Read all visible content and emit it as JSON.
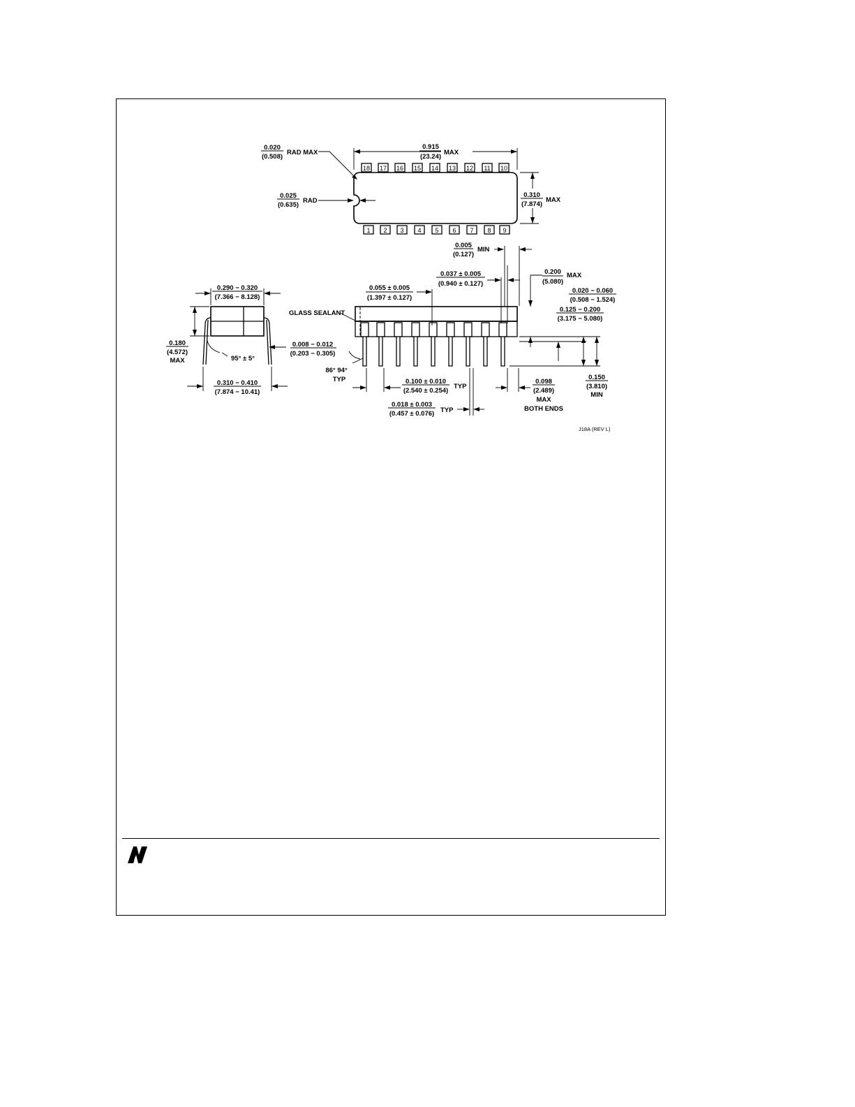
{
  "top_view": {
    "top_pins": [
      "18",
      "17",
      "16",
      "15",
      "14",
      "13",
      "12",
      "11",
      "10"
    ],
    "bottom_pins": [
      "1",
      "2",
      "3",
      "4",
      "5",
      "6",
      "7",
      "8",
      "9"
    ],
    "length": {
      "inch": "0.915",
      "mm": "(23.24)",
      "note": "MAX"
    },
    "width": {
      "inch": "0.310",
      "mm": "(7.874)",
      "note": "MAX"
    },
    "corner_radius": {
      "inch": "0.020",
      "mm": "(0.508)",
      "note": "RAD MAX"
    },
    "notch_radius": {
      "inch": "0.025",
      "mm": "(0.635)",
      "note": "RAD"
    }
  },
  "end_view": {
    "body_width": {
      "inch": "0.290 − 0.320",
      "mm": "(7.366 − 8.128)"
    },
    "height": {
      "inch": "0.180",
      "mm": "(4.572)",
      "note": "MAX"
    },
    "angle": "95° ± 5°",
    "lead_thickness": {
      "inch": "0.008 − 0.012",
      "mm": "(0.203 − 0.305)"
    },
    "lead_spread": {
      "inch": "0.310 − 0.410",
      "mm": "(7.874 − 10.41)"
    }
  },
  "side_view": {
    "glass_sealant": "GLASS SEALANT",
    "shoulder_width": {
      "inch": "0.055 ± 0.005",
      "mm": "(1.397 ± 0.127)"
    },
    "lead_width_upper": {
      "inch": "0.037 ± 0.005",
      "mm": "(0.940 ± 0.127)"
    },
    "standoff": {
      "inch": "0.005",
      "mm": "(0.127)",
      "note": "MIN"
    },
    "seated_height": {
      "inch": "0.200",
      "mm": "(5.080)",
      "note": "MAX"
    },
    "base_height": {
      "inch": "0.020 − 0.060",
      "mm": "(0.508 − 1.524)"
    },
    "lead_length": {
      "inch": "0.125 − 0.200",
      "mm": "(3.175 − 5.080)"
    },
    "lead_min": {
      "inch": "0.150",
      "mm": "(3.810)",
      "note": "MIN"
    },
    "angle": {
      "value": "86° 94°",
      "note": "TYP"
    },
    "pitch": {
      "inch": "0.100 ± 0.010",
      "mm": "(2.540 ± 0.254)",
      "note": "TYP"
    },
    "lead_width": {
      "inch": "0.018 ± 0.003",
      "mm": "(0.457 ± 0.076)",
      "note": "TYP"
    },
    "end_clearance": {
      "inch": "0.098",
      "mm": "(2.489)",
      "note": "MAX",
      "note2": "BOTH ENDS"
    }
  },
  "drawing_ref": "J18A (REV L)"
}
